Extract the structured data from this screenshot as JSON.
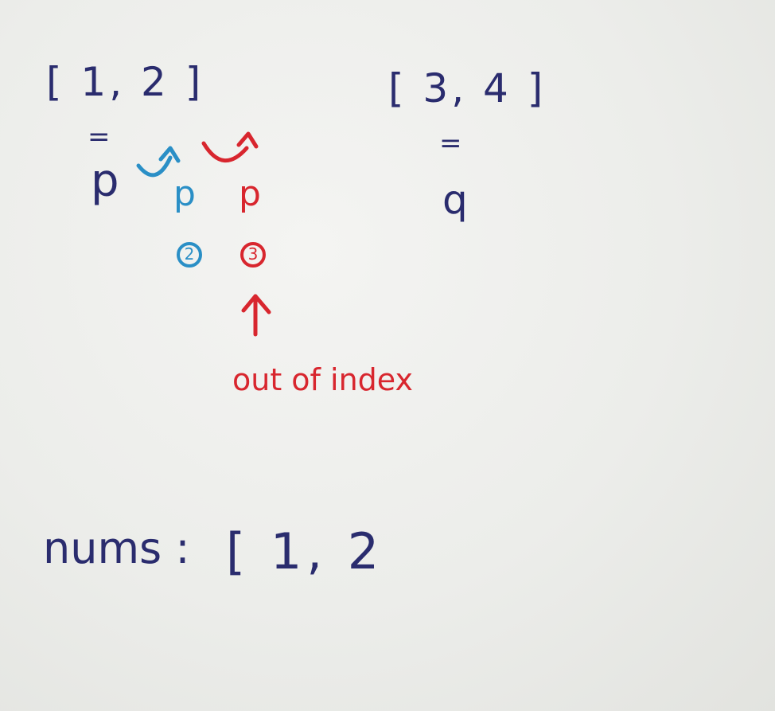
{
  "whiteboard": {
    "left_array": "[ 1, 2 ]",
    "right_array": "[ 3, 4 ]",
    "left_equals": "=",
    "right_equals": "=",
    "left_pointer": "p",
    "right_pointer": "q",
    "blue_pointer": "p",
    "red_pointer": "p",
    "blue_step": "2",
    "red_step": "3",
    "out_of_index_note": "out of index",
    "nums_label": "nums :",
    "nums_partial": "[ 1, 2"
  },
  "colors": {
    "background": "#eceeea",
    "navy_ink": "#2a2c6e",
    "blue_ink": "#2a8fc6",
    "red_ink": "#d8262e"
  }
}
